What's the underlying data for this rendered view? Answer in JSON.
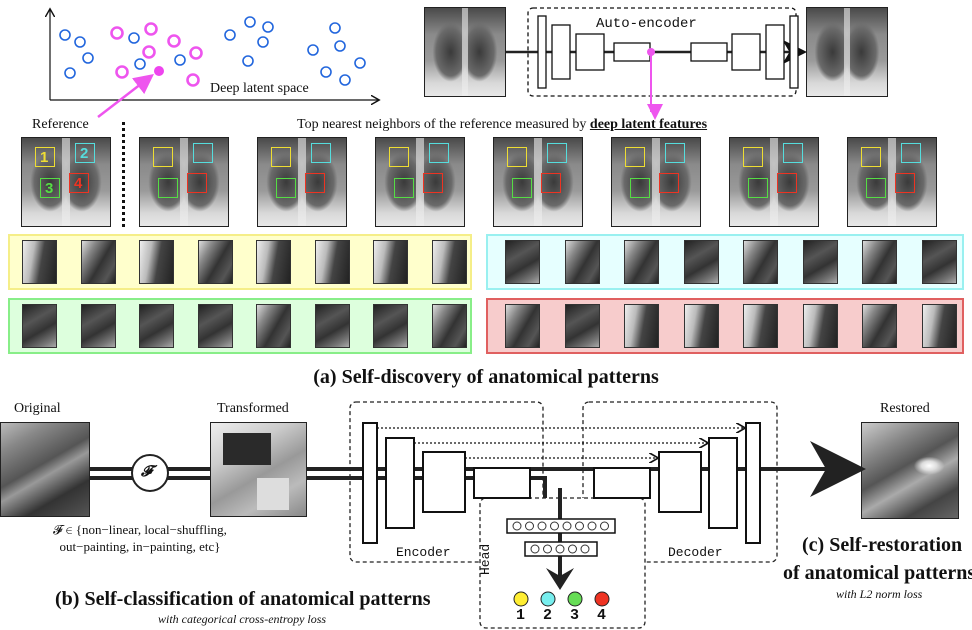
{
  "latent_space": {
    "axis_label": "Deep latent space",
    "reference_label": "Reference",
    "colors": {
      "neighbor": "#ee55ee",
      "other": "#2266dd",
      "reference": "#ee44ee"
    }
  },
  "autoencoder": {
    "label": "Auto-encoder"
  },
  "neighbors": {
    "caption_prefix": "Top nearest neighbors of the reference measured by ",
    "caption_emphasis": "deep latent features",
    "region_numbers": [
      "1",
      "2",
      "3",
      "4"
    ],
    "region_colors": {
      "1": "#eedd33",
      "2": "#55dddd",
      "3": "#55dd44",
      "4": "#ee3322"
    }
  },
  "strips": {
    "yellow": {
      "bg": "#ffffcc",
      "border": "#f5ee88"
    },
    "cyan": {
      "bg": "#e6ffff",
      "border": "#99f0f0"
    },
    "green": {
      "bg": "#ddffdd",
      "border": "#88ee88"
    },
    "red": {
      "bg": "#f7cccc",
      "border": "#e06060"
    }
  },
  "section_a": {
    "title": "(a) Self-discovery of anatomical patterns"
  },
  "section_b": {
    "original_label": "Original",
    "transformed_label": "Transformed",
    "transform_symbol": "𝓕",
    "transform_set_line1": "𝓕 ∈ {non−linear, local−shuffling,",
    "transform_set_line2": "out−painting, in−painting, etc}",
    "title": "(b) Self-classification of anatomical patterns",
    "caption": "with categorical cross-entropy loss"
  },
  "network": {
    "encoder_label": "Encoder",
    "decoder_label": "Decoder",
    "head_label": "Head",
    "head_outputs": [
      {
        "label": "1",
        "color": "#ffee33"
      },
      {
        "label": "2",
        "color": "#77eeee"
      },
      {
        "label": "3",
        "color": "#66dd55"
      },
      {
        "label": "4",
        "color": "#ee3322"
      }
    ]
  },
  "section_c": {
    "restored_label": "Restored",
    "title_line1": "(c) Self-restoration",
    "title_line2": "of anatomical patterns",
    "caption": "with L2 norm loss"
  }
}
